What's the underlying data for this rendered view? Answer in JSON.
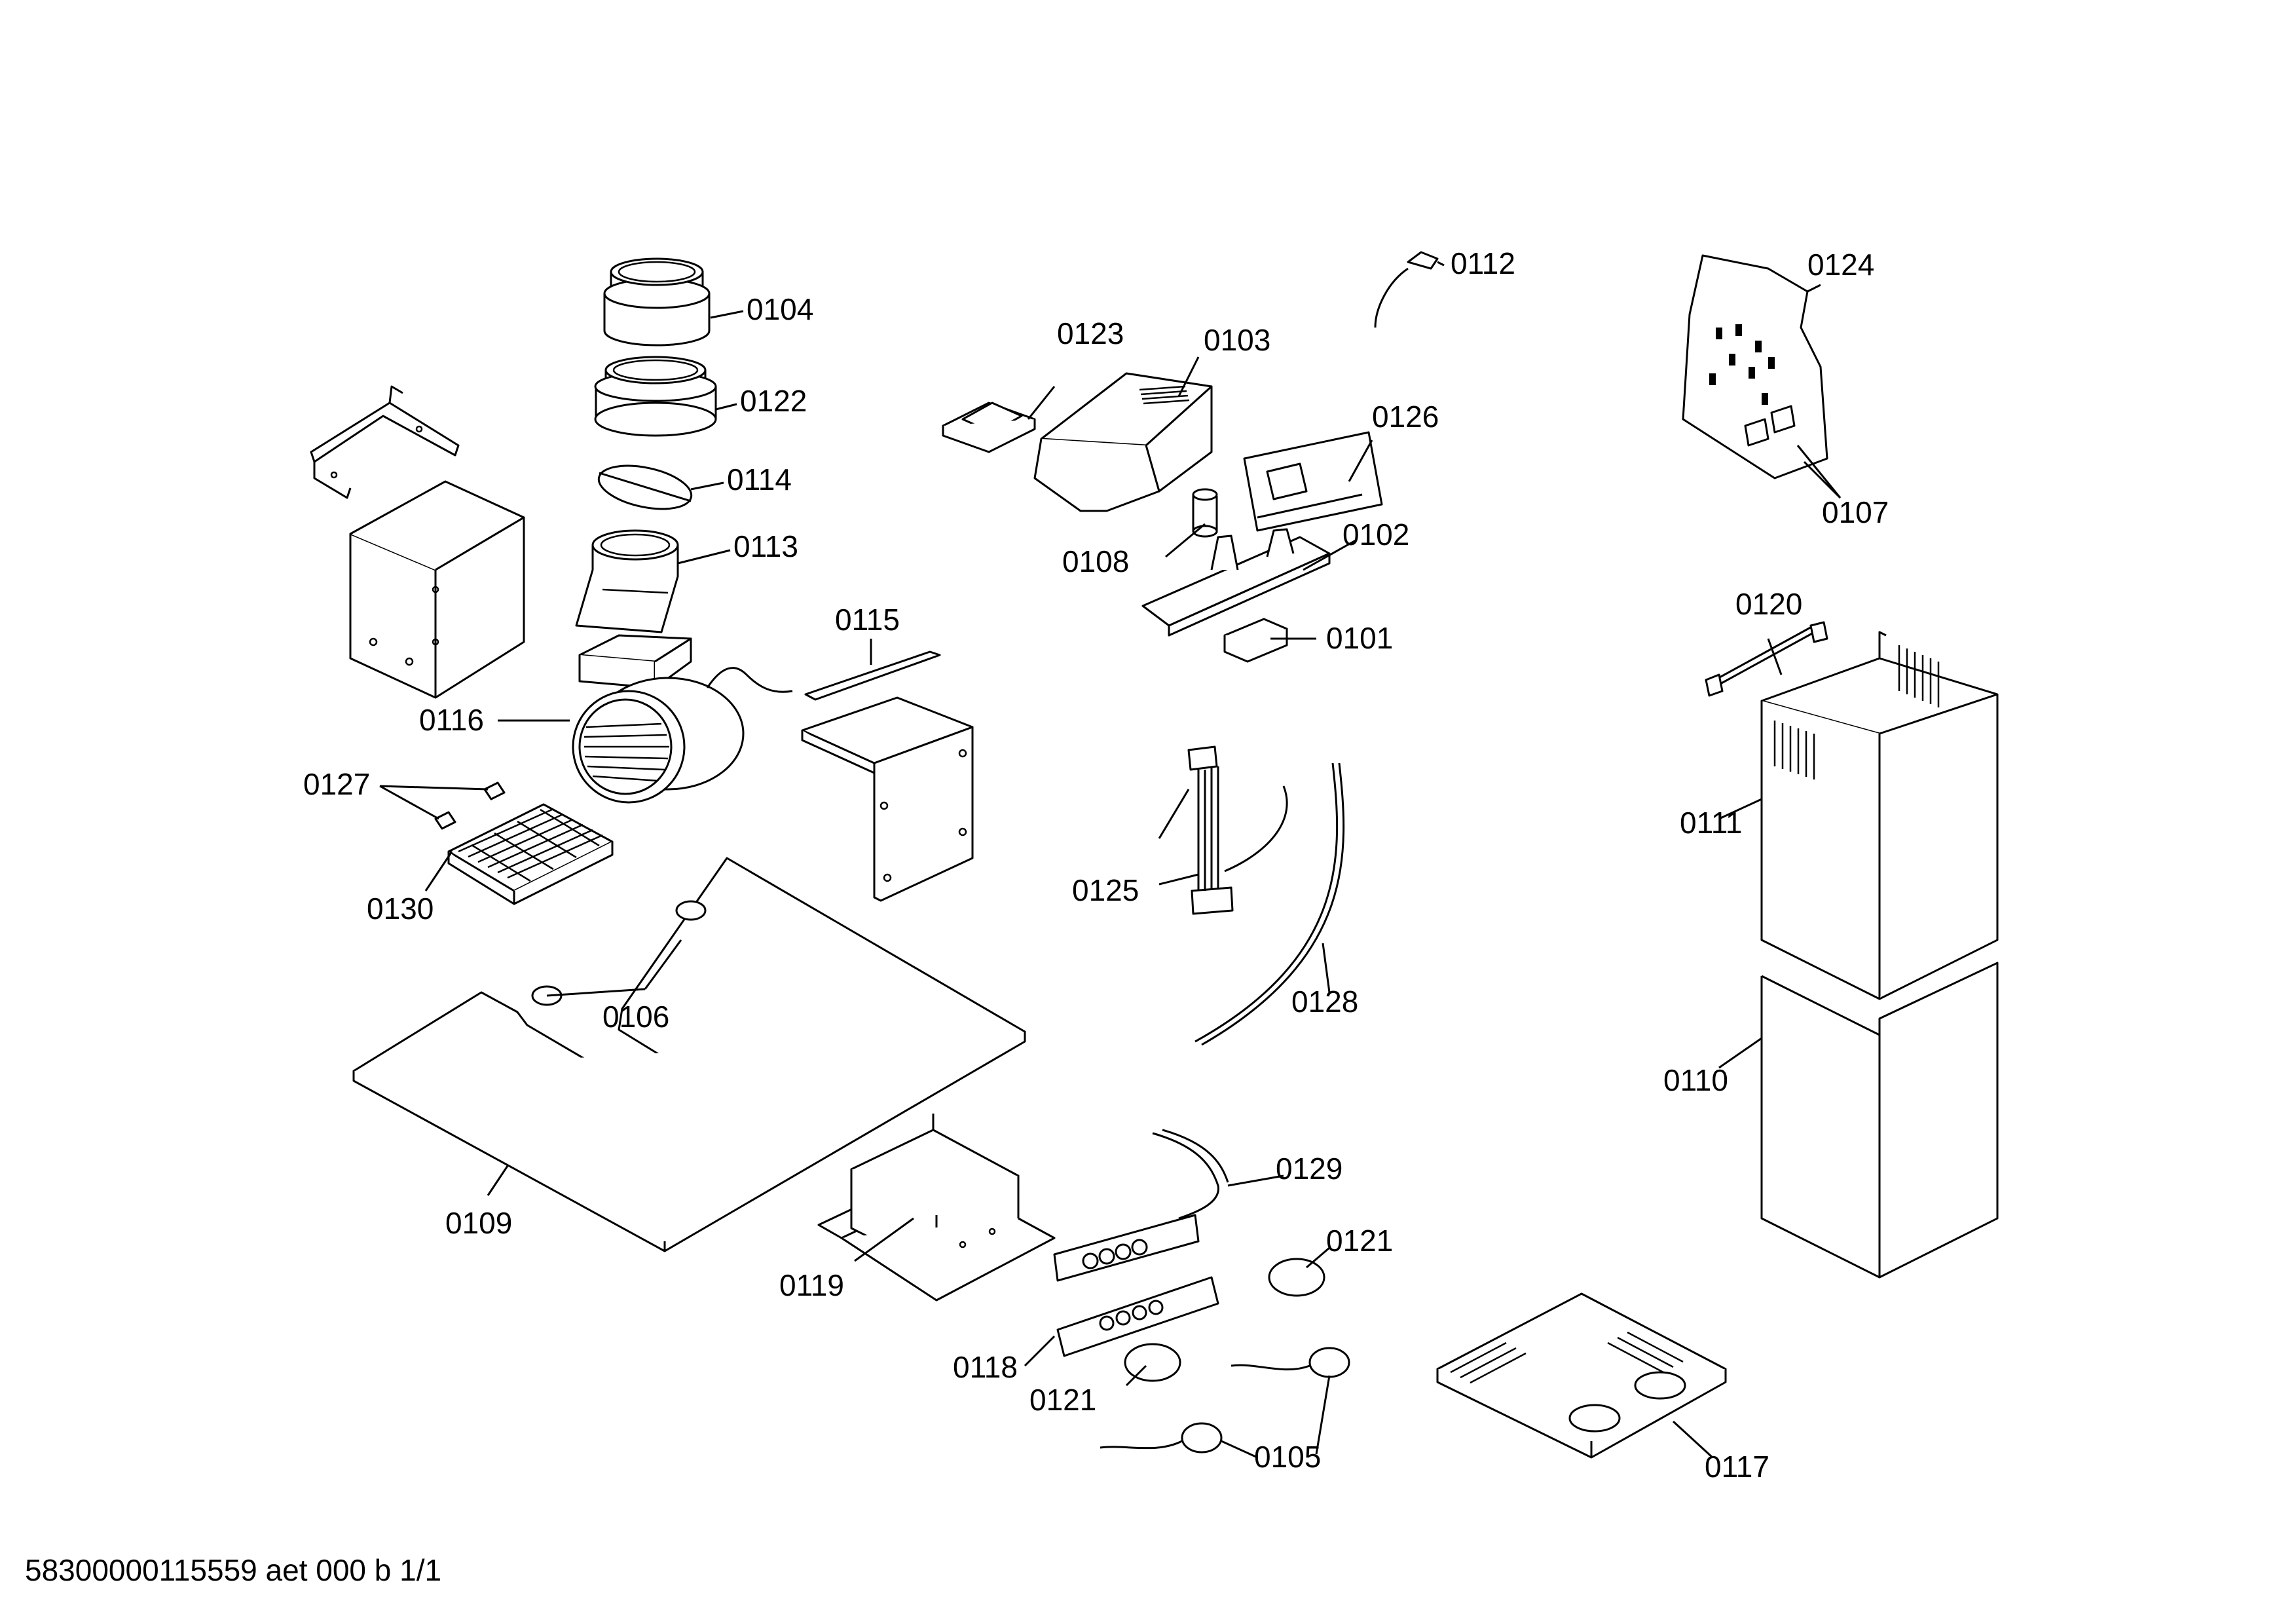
{
  "labels": {
    "p0101": "0101",
    "p0102": "0102",
    "p0103": "0103",
    "p0104": "0104",
    "p0105": "0105",
    "p0106": "0106",
    "p0107": "0107",
    "p0108": "0108",
    "p0109": "0109",
    "p0110": "0110",
    "p0111": "0111",
    "p0112": "0112",
    "p0113": "0113",
    "p0114": "0114",
    "p0115": "0115",
    "p0116": "0116",
    "p0117": "0117",
    "p0118": "0118",
    "p0119": "0119",
    "p0120": "0120",
    "p0121a": "0121",
    "p0121b": "0121",
    "p0122": "0122",
    "p0123": "0123",
    "p0124": "0124",
    "p0125": "0125",
    "p0126": "0126",
    "p0127": "0127",
    "p0128": "0128",
    "p0129": "0129",
    "p0130": "0130"
  },
  "footer": "58300000115559 aet 000 b 1/1"
}
